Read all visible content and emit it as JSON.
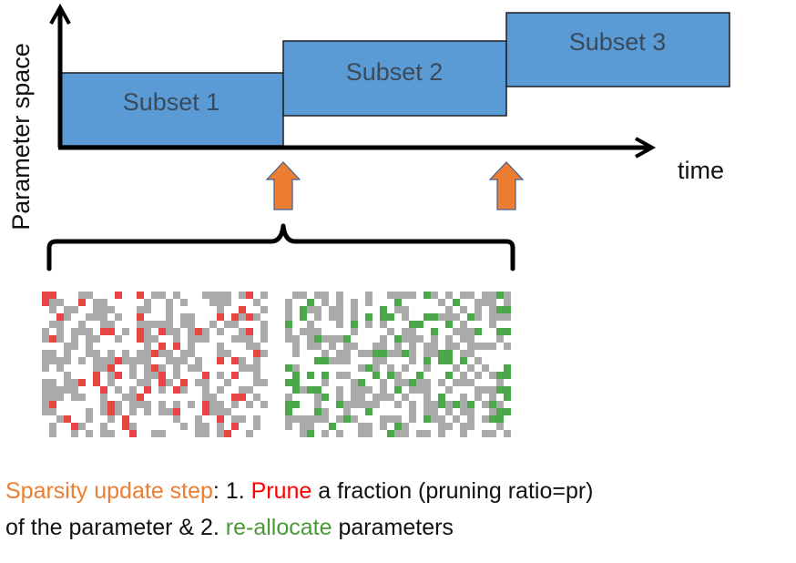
{
  "diagram": {
    "y_axis_label": "Parameter space",
    "x_axis_label": "time",
    "subsets": [
      {
        "label": "Subset 1"
      },
      {
        "label": "Subset 2"
      },
      {
        "label": "Subset 3"
      }
    ],
    "update_arrows": 2,
    "grids": [
      {
        "name": "prune-grid",
        "highlight": "pruned"
      },
      {
        "name": "reallocate-grid",
        "highlight": "re-allocated"
      }
    ]
  },
  "caption": {
    "step": "Sparsity update step",
    "part1": ": 1. ",
    "prune": "Prune",
    "part2": " a fraction (pruning ratio=pr)",
    "line2_start": "of the parameter & 2. ",
    "reallocate": "re-allocate",
    "line2_end": " parameters"
  },
  "colors": {
    "subset_fill": "#5b9bd5",
    "subset_stroke": "#1f1f1f",
    "subset_text": "#3a4a5a",
    "arrow_fill": "#ed7d31",
    "arrow_stroke": "#3f5f8f",
    "grid_active": "#aaaaaa",
    "grid_pruned": "#e84545",
    "grid_reallocated": "#4ca64c",
    "caption_step": "#ed7d31",
    "caption_prune": "#ff0000",
    "caption_reallocate": "#4a9a3a"
  }
}
